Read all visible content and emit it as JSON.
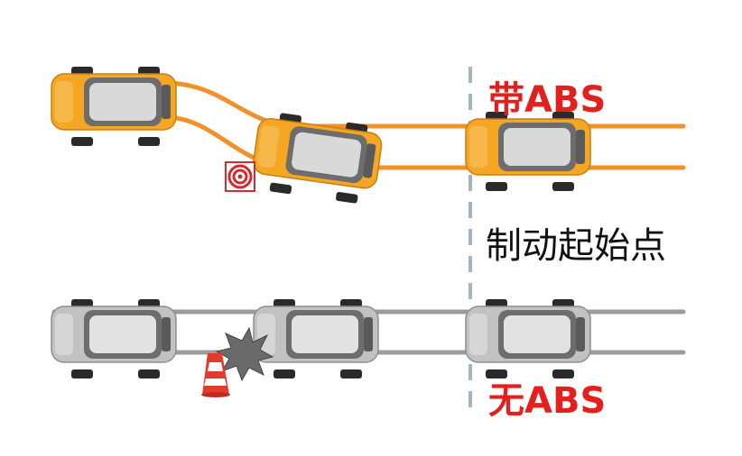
{
  "labels": {
    "with_abs": "带ABS",
    "brake_start_point": "制动起始点",
    "without_abs": "无ABS"
  },
  "colors": {
    "abs_path": "#f0912c",
    "abs_car_body": "#f5a623",
    "no_abs_path": "#9c9c9c",
    "no_abs_car_body": "#c2c2c2",
    "brake_line": "#9fb7c0",
    "label_red": "#e4201f",
    "label_black": "#111111"
  },
  "icons": {
    "target": "bullseye-target-icon",
    "cone": "traffic-cone-icon",
    "crash": "crash-burst-icon"
  }
}
